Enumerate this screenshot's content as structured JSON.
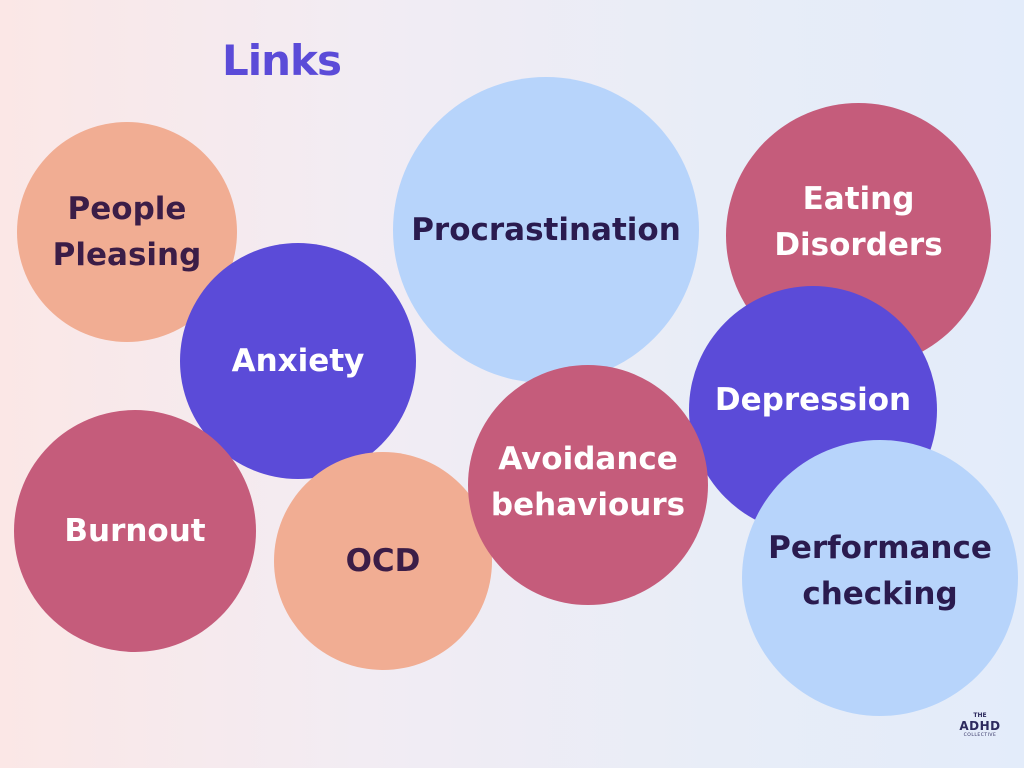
{
  "title": "Links",
  "bubbles": {
    "people_pleasing": "People Pleasing",
    "procrastination": "Procrastination",
    "eating_disorders": "Eating Disorders",
    "anxiety": "Anxiety",
    "depression": "Depression",
    "burnout": "Burnout",
    "ocd": "OCD",
    "avoidance": "Avoidance behaviours",
    "performance": "Performance checking"
  },
  "logo": {
    "top": "THE",
    "main": "ADHD",
    "bottom": "COLLECTIVE"
  },
  "colors": {
    "peach": "#f1ad93",
    "purple": "#5b4bd8",
    "pink": "#c55c7b",
    "blue": "#b7d4fb"
  }
}
